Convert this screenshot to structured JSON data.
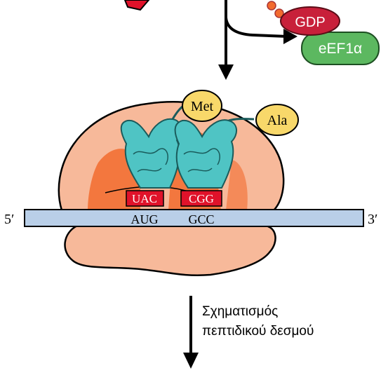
{
  "factors": {
    "gdp_label": "GDP",
    "eef_label": "eEF1α"
  },
  "trna": {
    "p_site": {
      "amino_acid": "Met",
      "anticodon": "UAC"
    },
    "a_site": {
      "amino_acid": "Ala",
      "anticodon": "CGG"
    }
  },
  "mrna": {
    "five_prime": "5′",
    "three_prime": "3′",
    "codons": [
      "AUG",
      "GCC"
    ]
  },
  "step_caption": {
    "line1": "Σχηματισμός",
    "line2": "πεπτιδικού δεσμού"
  },
  "colors": {
    "ribosome": "#f7b99a",
    "ribosome_highlight": "#f26b2e",
    "trna": "#4fc4c4",
    "trna_outline": "#1a5b5b",
    "amino_acid": "#f8d86a",
    "anticodon_box": "#e0122a",
    "mrna": "#b9cfe8",
    "gdp": "#c8203a",
    "eef": "#5cb860"
  }
}
